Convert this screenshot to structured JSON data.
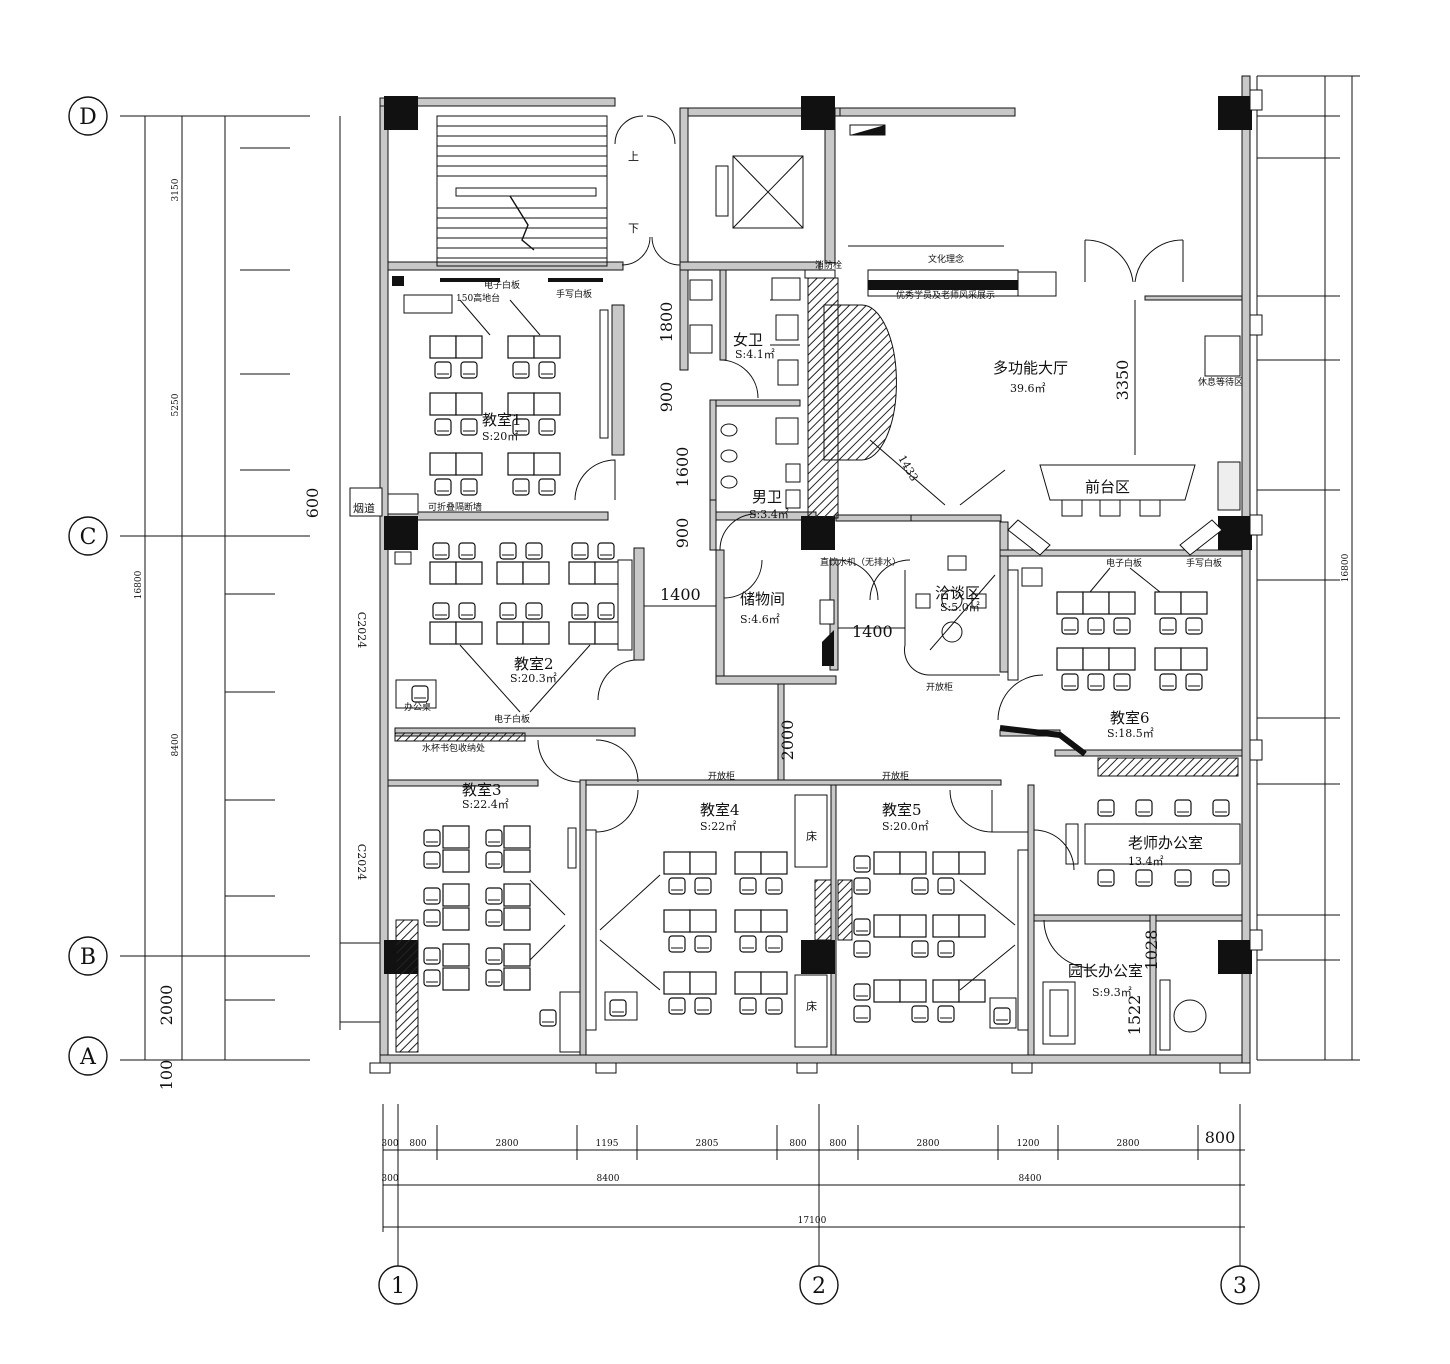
{
  "axes": {
    "rows": [
      "D",
      "C",
      "B",
      "A"
    ],
    "cols": [
      "1",
      "2",
      "3"
    ]
  },
  "rooms": [
    {
      "name": "教室1",
      "area": "S:20㎡"
    },
    {
      "name": "教室2",
      "area": "S:20.3㎡"
    },
    {
      "name": "教室3",
      "area": "S:22.4㎡"
    },
    {
      "name": "教室4",
      "area": "S:22㎡"
    },
    {
      "name": "教室5",
      "area": "S:20.0㎡"
    },
    {
      "name": "教室6",
      "area": "S:18.5㎡"
    },
    {
      "name": "女卫",
      "area": "S:4.1㎡"
    },
    {
      "name": "男卫",
      "area": "S:3.4㎡"
    },
    {
      "name": "储物间",
      "area": "S:4.6㎡"
    },
    {
      "name": "洽谈区",
      "area": "S:5.0㎡"
    },
    {
      "name": "多功能大厅",
      "area": "39.6㎡"
    },
    {
      "name": "老师办公室",
      "area": "13.4㎡"
    },
    {
      "name": "园长办公室",
      "area": "S:9.3㎡"
    },
    {
      "name": "前台区",
      "area": ""
    }
  ],
  "labels": {
    "whiteboard_e": "电子白板",
    "whiteboard_h": "手写白板",
    "cup_storage": "水杯书包收纳处",
    "rest": "休息等待区",
    "culture": "文化理念",
    "reception_note": "优秀学员及老师风采展示",
    "open_cabinet": "开放柜",
    "hydrant": "消防栓",
    "water_machine": "直饮水机（无排水）",
    "fold_wall": "可折叠隔断墙",
    "desk": "办公桌",
    "stage": "150高地台",
    "shaft": "烟道",
    "bed": "床",
    "door_up": "上",
    "door_down": "下",
    "window1": "C2024",
    "window2": "C2024"
  },
  "dims": {
    "left_total": "16800",
    "left_a": "3150",
    "left_b": "5250",
    "left_c": "8400",
    "left_2000": "2000",
    "left_100": "100",
    "left_600": "600",
    "mid_900a": "900",
    "mid_1600": "1600",
    "mid_900b": "900",
    "mid_1800": "1800",
    "corr_1400a": "1400",
    "corr_1400b": "1400",
    "corr_2000": "2000",
    "hall_3350": "3350",
    "hall_1433": "1433",
    "dir_1028": "1028",
    "dir_1522": "1522",
    "right_total": "16800",
    "bottom_800": "800",
    "bottom_300": "300",
    "bottom_8400a": "8400",
    "bottom_8400b": "8400",
    "bottom_total": "17100",
    "row1": [
      "300",
      "800",
      "2800",
      "1195",
      "2805",
      "800",
      "800",
      "2800",
      "1200",
      "2800"
    ]
  }
}
